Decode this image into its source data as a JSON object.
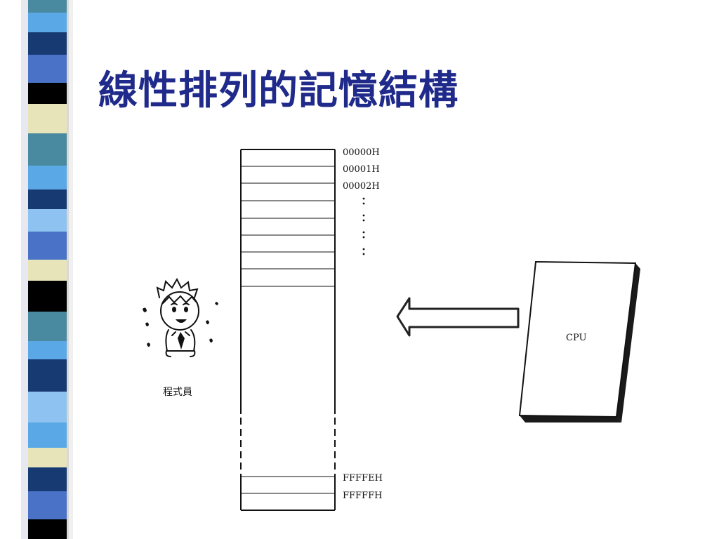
{
  "slide": {
    "title": "線性排列的記憶結構"
  },
  "memory": {
    "top_addresses": [
      "00000H",
      "00001H",
      "00002H"
    ],
    "bottom_addresses": [
      "FFFFEH",
      "FFFFFH"
    ]
  },
  "cpu": {
    "label": "CPU"
  },
  "programmer": {
    "caption": "程式員"
  },
  "colors": {
    "title": "#1f2a8a",
    "strip_light_blue": "#5aa8e6",
    "strip_navy": "#173a73",
    "strip_cream": "#e6e4b8",
    "strip_teal": "#4a8aa0",
    "strip_black": "#000000"
  }
}
